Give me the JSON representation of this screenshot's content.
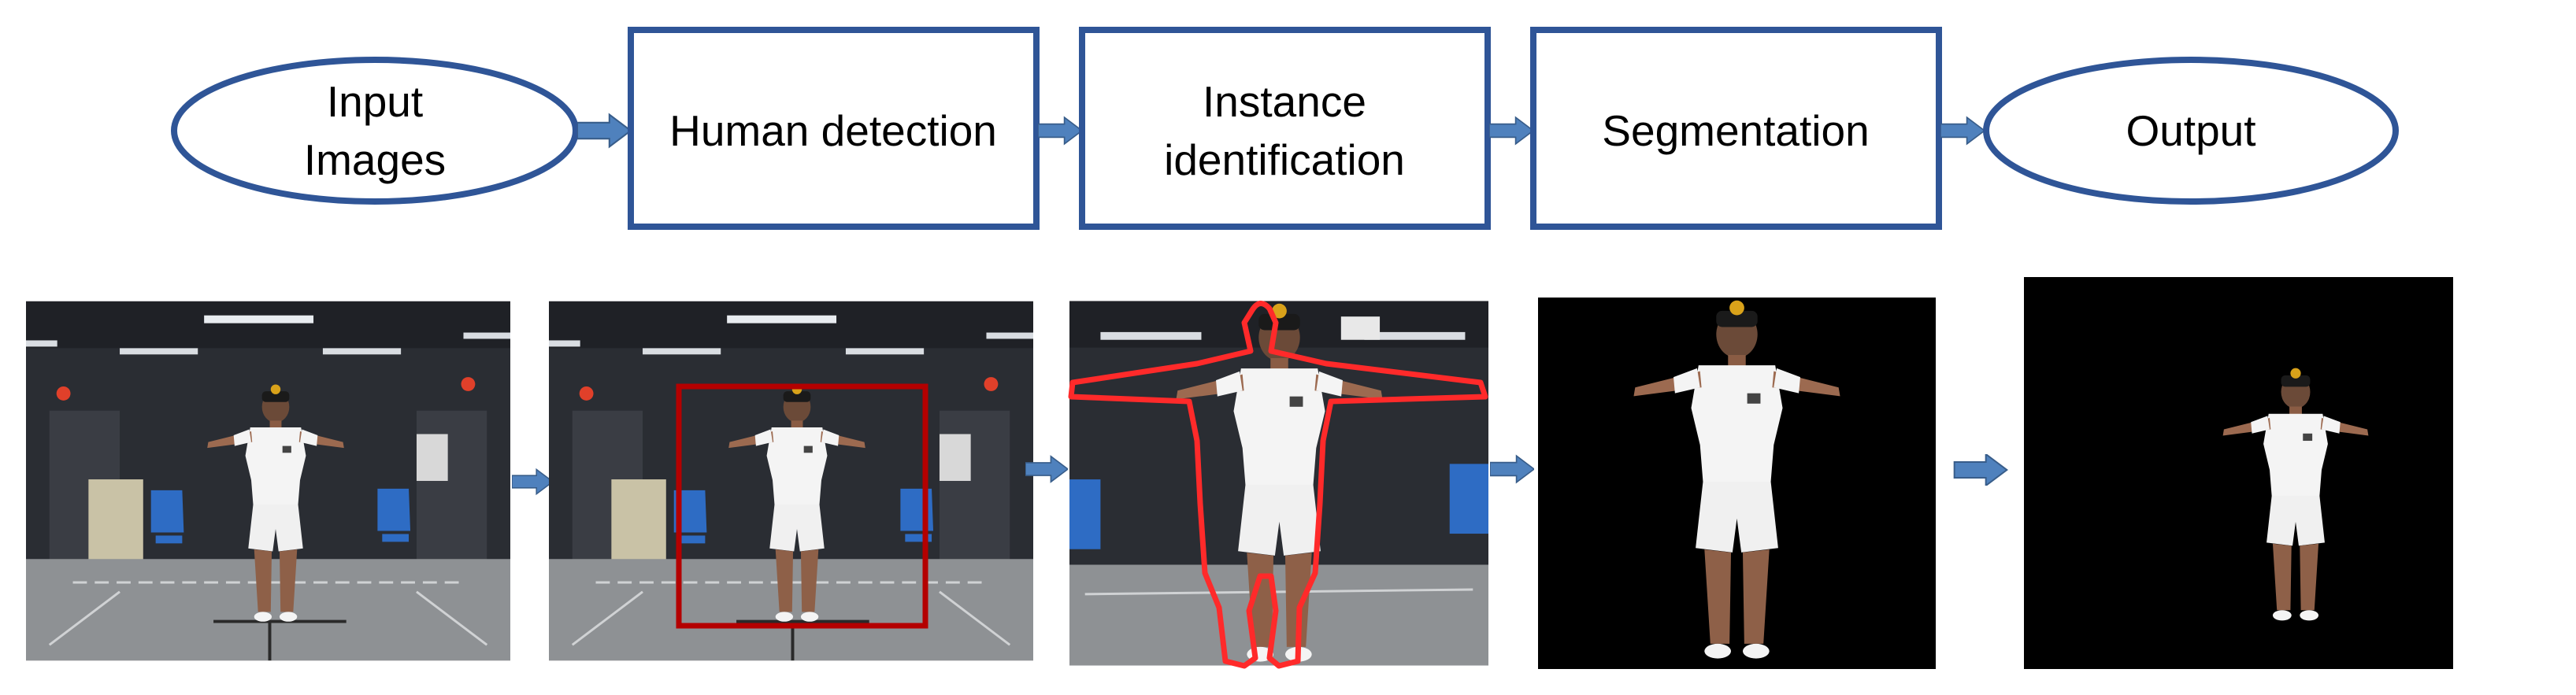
{
  "colors": {
    "node_border": "#2f5597",
    "arrow_fill": "#4f81bd",
    "arrow_stroke": "#385d8a",
    "bbox_red": "#b40000",
    "contour_red": "#ff2a2a",
    "room_bg": "#2a2d33",
    "floor": "#8e9194",
    "mask_black": "#000000"
  },
  "pipeline": {
    "nodes": [
      {
        "id": "input",
        "shape": "ellipse",
        "lines": [
          "Input",
          "Images"
        ]
      },
      {
        "id": "detection",
        "shape": "rect",
        "lines": [
          "Human detection"
        ]
      },
      {
        "id": "instance",
        "shape": "rect",
        "lines": [
          "Instance",
          "identification"
        ]
      },
      {
        "id": "segmentation",
        "shape": "rect",
        "lines": [
          "Segmentation"
        ]
      },
      {
        "id": "output",
        "shape": "ellipse",
        "lines": [
          "Output"
        ]
      }
    ]
  },
  "stages": [
    {
      "id": "photo-input",
      "overlay": "none",
      "icon": "person-in-studio"
    },
    {
      "id": "photo-detection",
      "overlay": "bounding-box",
      "icon": "person-with-bounding-box"
    },
    {
      "id": "photo-instance",
      "overlay": "contour",
      "icon": "person-with-contour"
    },
    {
      "id": "photo-segmentation",
      "overlay": "mask",
      "icon": "segmented-person"
    },
    {
      "id": "photo-output",
      "overlay": "mask",
      "icon": "segmented-person-small"
    }
  ]
}
